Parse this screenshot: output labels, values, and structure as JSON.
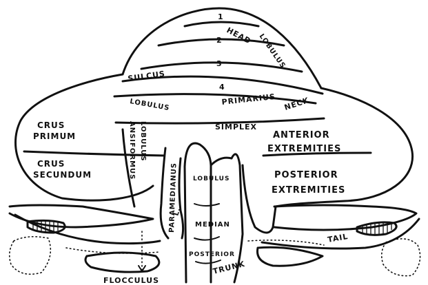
{
  "labels": {
    "n1": "1",
    "n2": "2",
    "n3": "3",
    "n4": "4",
    "head": "HEAD",
    "lobulus": "LOBULUS",
    "lobulus_ansiformis_a": "LOBULUS",
    "lobulus_ansiformis_b": "ANSIFORMUS",
    "sulcus": "SULCUS",
    "primarius": "PRIMARIUS",
    "lobulus_simplex": "LOBULUS",
    "simplex": "SIMPLEX",
    "neck": "NECK",
    "crus_primum_a": "CRUS",
    "crus_primum_b": "PRIMUM",
    "crus_secundum_a": "CRUS",
    "crus_secundum_b": "SECUNDUM",
    "anterior": "ANTERIOR",
    "extremities_ant": "EXTREMITIES",
    "posterior": "POSTERIOR",
    "extremities_post": "EXTREMITIES",
    "l_para_a": "L.",
    "l_para_b": "PARAMEDIANUS",
    "lobulus_median": "LOBULUS",
    "median": "MEDIAN",
    "posterior_trunk": "POSTERIOR",
    "trunk": "TRUNK",
    "tail": "TAIL",
    "flocculus": "FLOCCULUS"
  }
}
